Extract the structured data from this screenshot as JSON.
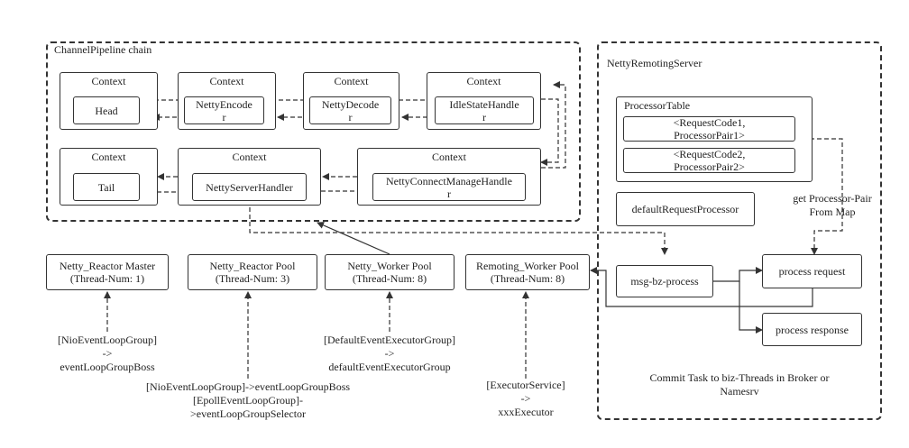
{
  "pipeline": {
    "title": "ChannelPipeline chain",
    "context_label": "Context",
    "handlers": {
      "head": "Head",
      "encoder": "NettyEncode\nr",
      "decoder": "NettyDecode\nr",
      "idle": "IdleStateHandle\nr",
      "tail": "Tail",
      "server": "NettyServerHandler",
      "connect": "NettyConnectManageHandle\nr"
    }
  },
  "server": {
    "title": "NettyRemotingServer",
    "processor_table": "ProcessorTable",
    "pair1": "<RequestCode1,\nProcessorPair1>",
    "pair2": "<RequestCode2,\nProcessorPair2>",
    "default_processor": "defaultRequestProcessor",
    "get_pair": "get Processor-Pair\nFrom Map",
    "msg_process": "msg-bz-process",
    "process_request": "process request",
    "process_response": "process response",
    "commit_note": "Commit Task to biz-Threads in Broker or\nNamesrv"
  },
  "pools": {
    "reactor_master": "Netty_Reactor Master\n(Thread-Num: 1)",
    "reactor_pool": "Netty_Reactor Pool\n(Thread-Num: 3)",
    "worker_pool": "Netty_Worker Pool\n(Thread-Num: 8)",
    "remoting_pool": "Remoting_Worker Pool\n(Thread-Num: 8)"
  },
  "notes": {
    "master": "[NioEventLoopGroup]\n->\neventLoopGroupBoss",
    "reactor": "[NioEventLoopGroup]->eventLoopGroupBoss\n[EpollEventLoopGroup]->eventLoopGroupSelector",
    "worker": "[DefaultEventExecutorGroup]\n->\ndefaultEventExecutorGroup",
    "remoting": "[ExecutorService]\n->\nxxxExecutor"
  },
  "colors": {
    "line": "#333333",
    "background": "#ffffff"
  }
}
